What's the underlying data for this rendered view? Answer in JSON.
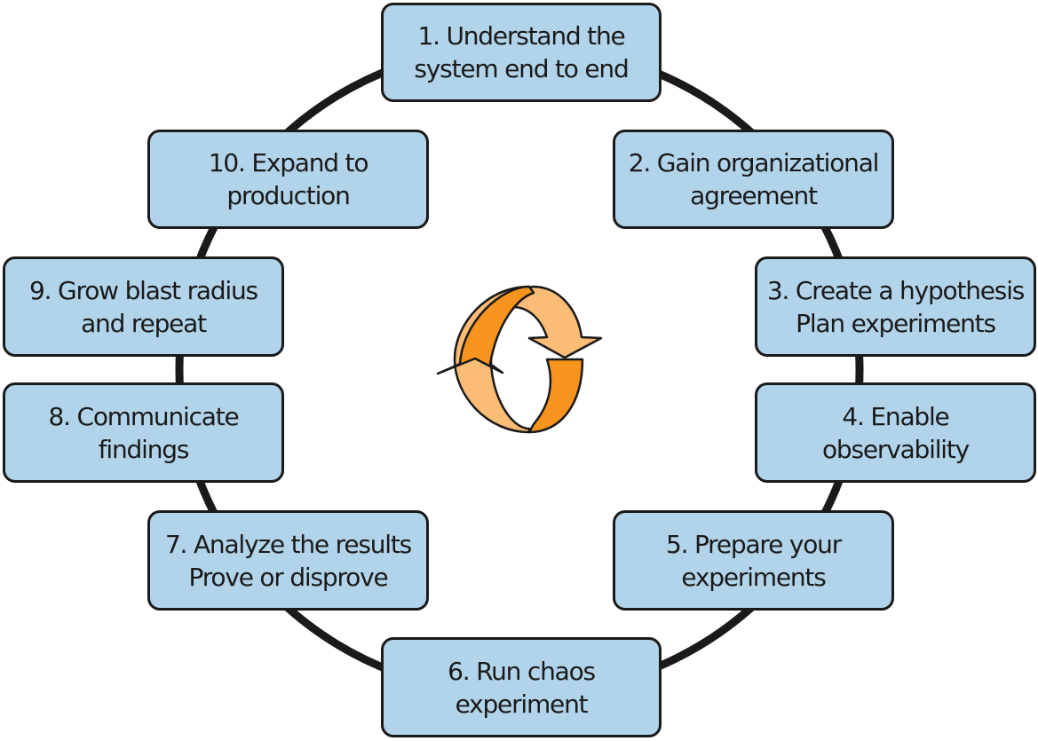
{
  "colors": {
    "box_fill": "#b2d4ea",
    "outline": "#1a1a1a",
    "arrow_dark": "#f7941d",
    "arrow_light": "#fbbc75"
  },
  "center_icon": "circular-refresh-arrows-icon",
  "steps": [
    {
      "line1": "1. Understand the",
      "line2": "system end to end"
    },
    {
      "line1": "2. Gain organizational",
      "line2": "agreement"
    },
    {
      "line1": "3. Create a hypothesis",
      "line2": "Plan experiments"
    },
    {
      "line1": "4. Enable",
      "line2": "observability"
    },
    {
      "line1": "5. Prepare your",
      "line2": "experiments"
    },
    {
      "line1": "6. Run chaos",
      "line2": "experiment"
    },
    {
      "line1": "7. Analyze the results",
      "line2": "Prove or disprove"
    },
    {
      "line1": "8. Communicate",
      "line2": "findings"
    },
    {
      "line1": "9. Grow blast radius",
      "line2": "and repeat"
    },
    {
      "line1": "10. Expand to",
      "line2": "production"
    }
  ]
}
